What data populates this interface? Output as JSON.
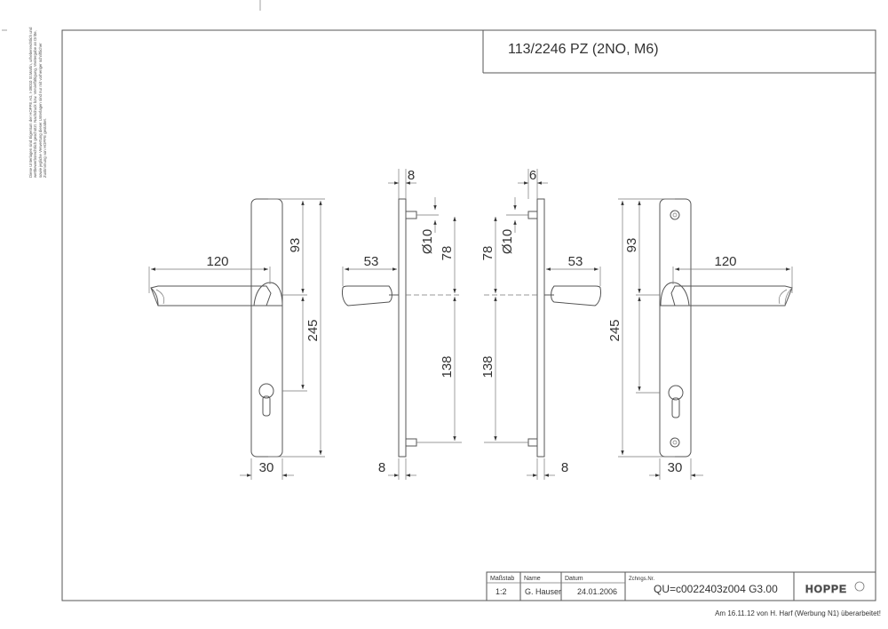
{
  "drawing": {
    "title": "113/2246 PZ (2NO, M6)",
    "copyright_note": "Diese Unterlagen sind Eigentum der HOPPE AG, I-39010 St.Martin, urheberrechtlich und wettbewerbsrechtlich geschützt. Nachdruck bzw. Vervielfältigung, Weitergabe an Dritte, sowie jegliche Verwertung dieser Unterlagen sind nur mit vorheriger schriftlicher Zustimmung von HOPPE gestattet.",
    "footer_note": "Am 16.11.12 von H. Harf (Werbung N1) überarbeitet!"
  },
  "dimensions": {
    "left_front": {
      "length": "120",
      "upper": "93",
      "total": "245",
      "width": "30"
    },
    "left_side": {
      "projection": "53",
      "top": "8",
      "bore": "Ø10",
      "upper": "78",
      "lower": "138",
      "bottom": "8"
    },
    "right_side": {
      "projection": "53",
      "top": "6",
      "bore": "Ø10",
      "upper": "78",
      "lower": "138",
      "bottom": "8"
    },
    "right_front": {
      "length": "120",
      "upper": "93",
      "total": "245",
      "width": "30"
    }
  },
  "title_block": {
    "scale_label": "Maßstab",
    "scale_value": "1:2",
    "name_label": "Name",
    "name_value": "G. Hauser",
    "date_label": "Datum",
    "date_value": "24.01.2006",
    "drawing_no_label": "Zchngs.Nr.",
    "drawing_no_value": "QU=c0022403z004 G3.00",
    "logo_text": "HOPPE"
  }
}
